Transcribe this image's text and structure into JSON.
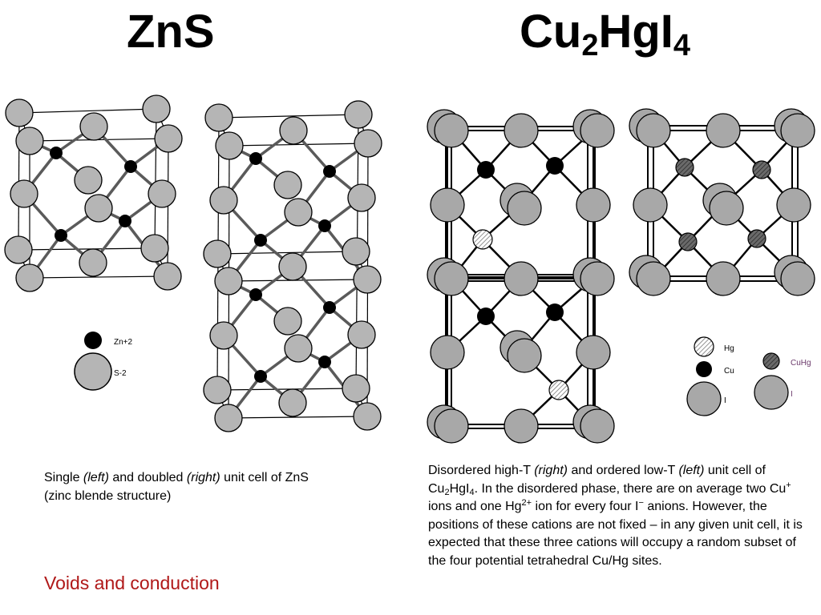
{
  "titles": {
    "left": "ZnS",
    "right_parts": [
      "Cu",
      "2",
      "HgI",
      "4"
    ]
  },
  "legend_left": {
    "zn": "Zn+2",
    "s": "S-2"
  },
  "legend_right": {
    "hg": "Hg",
    "cu": "Cu",
    "i": "I",
    "cuhg": "CuHg",
    "i2": "I"
  },
  "caption_left": {
    "p1": "Single ",
    "left_em": "(left)",
    "p2": " and doubled ",
    "right_em": "(right)",
    "p3": " unit cell of ZnS (zinc blende structure)"
  },
  "caption_right": {
    "p1": "Disordered high-T ",
    "right_em": "(right)",
    "p2": " and ordered low-T ",
    "left_em": "(left)",
    "p3": " unit cell of Cu",
    "s1": "2",
    "p4": "HgI",
    "s2": "4",
    "p5": ".  In the disordered phase, there are on average two Cu",
    "sup1": "+",
    "p6": " ions and one Hg",
    "sup2": "2+",
    "p7": " ion for every four I",
    "sup3": "−",
    "p8": " anions.  However, the positions of these cations are not fixed – in any given unit cell, it is expected that these three cations will occupy a random subset of the four potential tetrahedral Cu/Hg sites."
  },
  "link": {
    "voids": "Voids and conduction"
  },
  "colors": {
    "anion": "#b5b5b5",
    "bond": "#5a5a5a",
    "link": "#b01818",
    "cuhg": "#4a4a4a"
  }
}
